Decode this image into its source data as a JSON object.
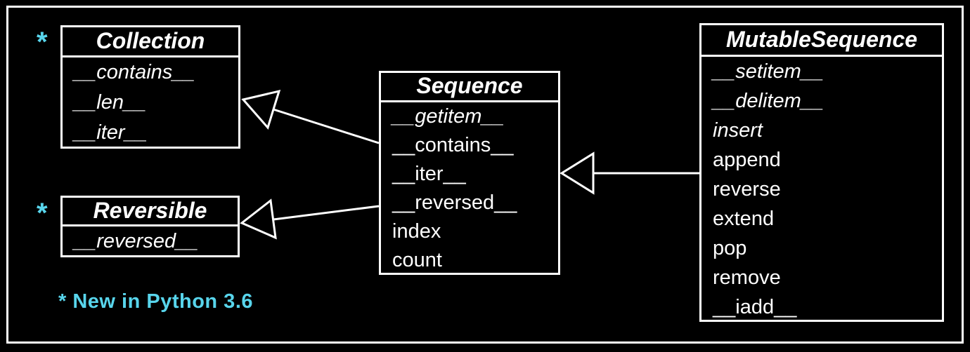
{
  "colors": {
    "background": "#000000",
    "stroke": "#ffffff",
    "accent": "#58d5ec"
  },
  "annotations": {
    "collection_star": "*",
    "reversible_star": "*",
    "note": "* New in Python 3.6"
  },
  "classes": {
    "collection": {
      "name": "Collection",
      "members": [
        "__contains__",
        "__len__",
        "__iter__"
      ]
    },
    "reversible": {
      "name": "Reversible",
      "members": [
        "__reversed__"
      ]
    },
    "sequence": {
      "name": "Sequence",
      "members": [
        "__getitem__",
        "__contains__",
        "__iter__",
        "__reversed__",
        "index",
        "count"
      ]
    },
    "mutable_sequence": {
      "name": "MutableSequence",
      "members": [
        "__setitem__",
        "__delitem__",
        "insert",
        "append",
        "reverse",
        "extend",
        "pop",
        "remove",
        "__iadd__"
      ]
    }
  },
  "relationships": [
    {
      "from": "Sequence",
      "to": "Collection",
      "type": "inheritance"
    },
    {
      "from": "Sequence",
      "to": "Reversible",
      "type": "inheritance"
    },
    {
      "from": "MutableSequence",
      "to": "Sequence",
      "type": "inheritance"
    }
  ]
}
